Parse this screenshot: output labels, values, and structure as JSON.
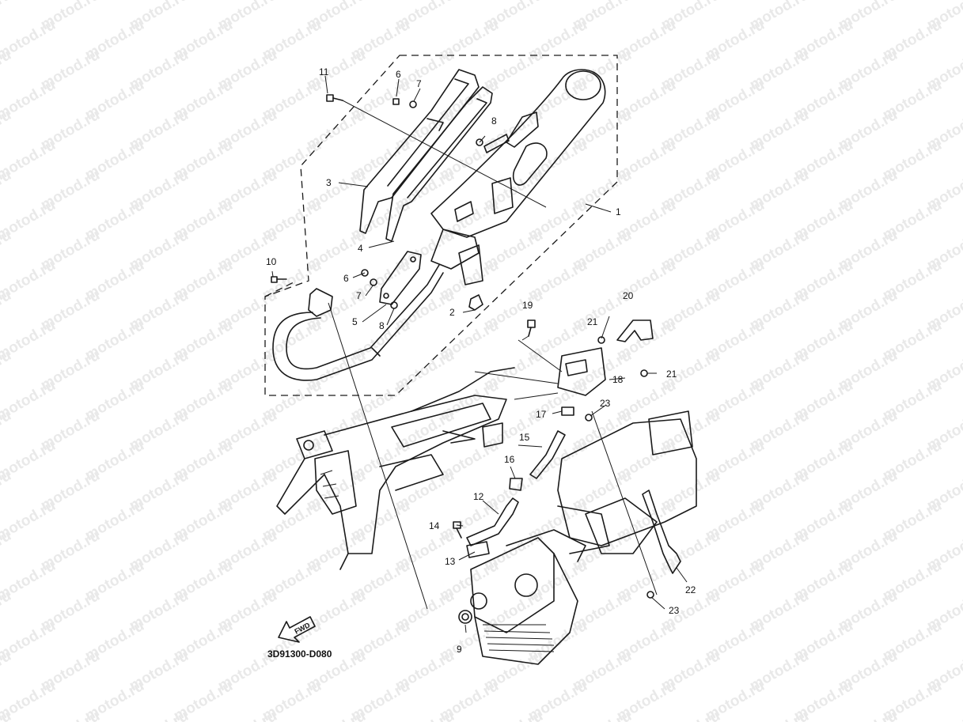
{
  "watermark": "motod.ru",
  "diagram_code": "3D91300-D080",
  "fwd_label": "FWD",
  "callouts": [
    {
      "id": "c1",
      "label": "1"
    },
    {
      "id": "c2",
      "label": "2"
    },
    {
      "id": "c3",
      "label": "3"
    },
    {
      "id": "c4",
      "label": "4"
    },
    {
      "id": "c5",
      "label": "5"
    },
    {
      "id": "c6a",
      "label": "6"
    },
    {
      "id": "c6b",
      "label": "6"
    },
    {
      "id": "c7a",
      "label": "7"
    },
    {
      "id": "c7b",
      "label": "7"
    },
    {
      "id": "c8a",
      "label": "8"
    },
    {
      "id": "c8b",
      "label": "8"
    },
    {
      "id": "c9",
      "label": "9"
    },
    {
      "id": "c10",
      "label": "10"
    },
    {
      "id": "c11",
      "label": "11"
    },
    {
      "id": "c12",
      "label": "12"
    },
    {
      "id": "c13",
      "label": "13"
    },
    {
      "id": "c14",
      "label": "14"
    },
    {
      "id": "c15",
      "label": "15"
    },
    {
      "id": "c16",
      "label": "16"
    },
    {
      "id": "c17",
      "label": "17"
    },
    {
      "id": "c18",
      "label": "18"
    },
    {
      "id": "c19",
      "label": "19"
    },
    {
      "id": "c20",
      "label": "20"
    },
    {
      "id": "c21a",
      "label": "21"
    },
    {
      "id": "c21b",
      "label": "21"
    },
    {
      "id": "c22",
      "label": "22"
    },
    {
      "id": "c23a",
      "label": "23"
    },
    {
      "id": "c23b",
      "label": "23"
    }
  ]
}
